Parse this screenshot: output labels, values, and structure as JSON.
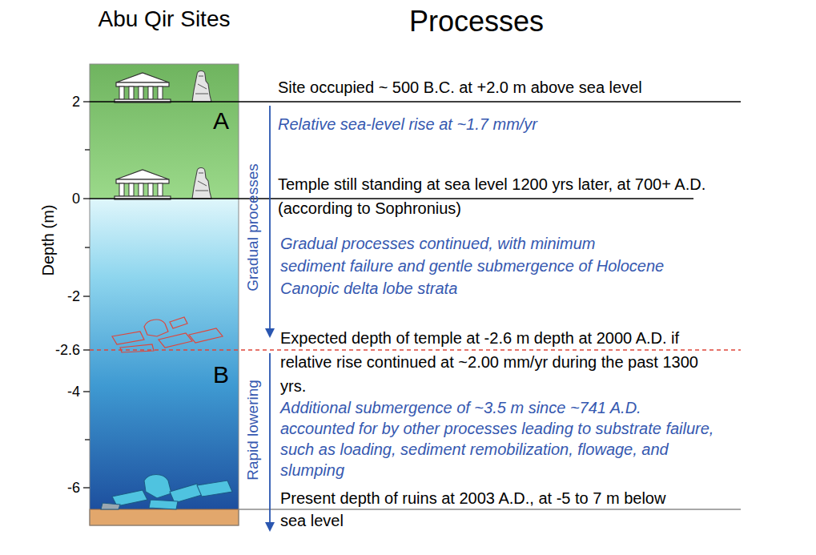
{
  "diagram": {
    "title": "Processes",
    "labels": [
      "Abu Qir Sites",
      "Depth (m)",
      "2",
      "0",
      "-2",
      "-2.6",
      "-4",
      "-6",
      "A",
      "B",
      "Gradual processes",
      "Rapid lowering",
      "Site occupied ~ 500 B.C. at +2.0 m above sea level",
      "Relative sea-level rise at ~1.7 mm/yr",
      "Temple still standing at sea level 1200 yrs later, at 700+ A.D. (according to Sophronius)",
      "Gradual processes continued, with minimum sediment failure and gentle submergence of Holocene Canopic delta lobe strata",
      "Expected depth of temple at -2.6 m depth at 2000 A.D. if relative rise continued at ~2.00 mm/yr during the past 1300 yrs.",
      "Additional submergence of ~3.5 m since ~741 A.D. accounted for by other processes leading to substrate failure, such as loading, sediment remobilization, flowage, and slumping",
      "Present depth of ruins at 2003 A.D., at -5 to 7 m below sea level"
    ]
  }
}
